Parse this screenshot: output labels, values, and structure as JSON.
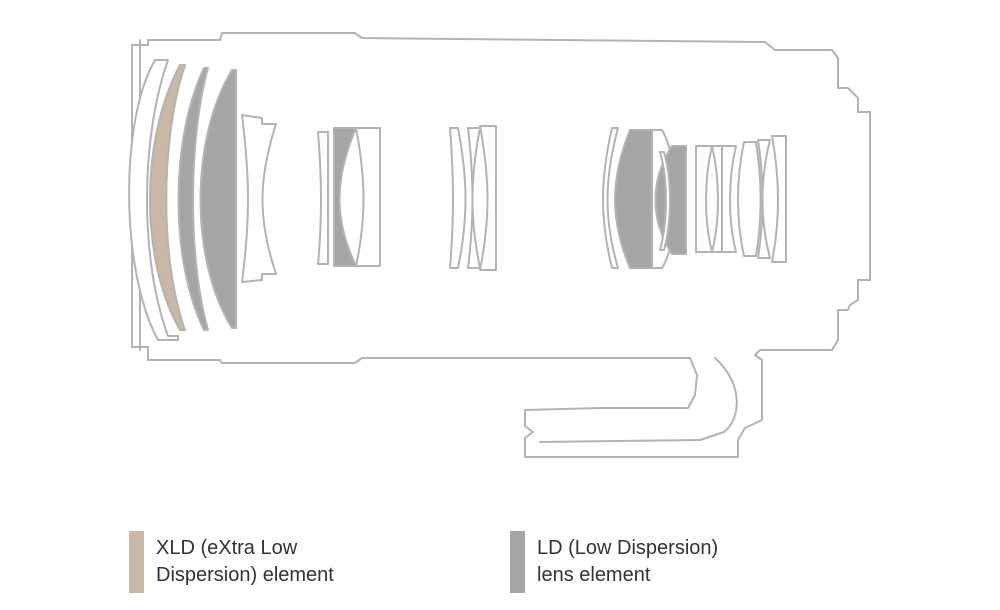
{
  "colors": {
    "xld": "#c9b8a6",
    "ld": "#a5a5a5",
    "outline": "#b3b3b3",
    "plain_fill": "#ffffff"
  },
  "legend": [
    {
      "id": "xld",
      "line1": "XLD (eXtra Low",
      "line2": "Dispersion) element",
      "color": "#c9b8a6"
    },
    {
      "id": "ld",
      "line1": "LD (Low Dispersion)",
      "line2": "lens element",
      "color": "#a5a5a5"
    }
  ]
}
